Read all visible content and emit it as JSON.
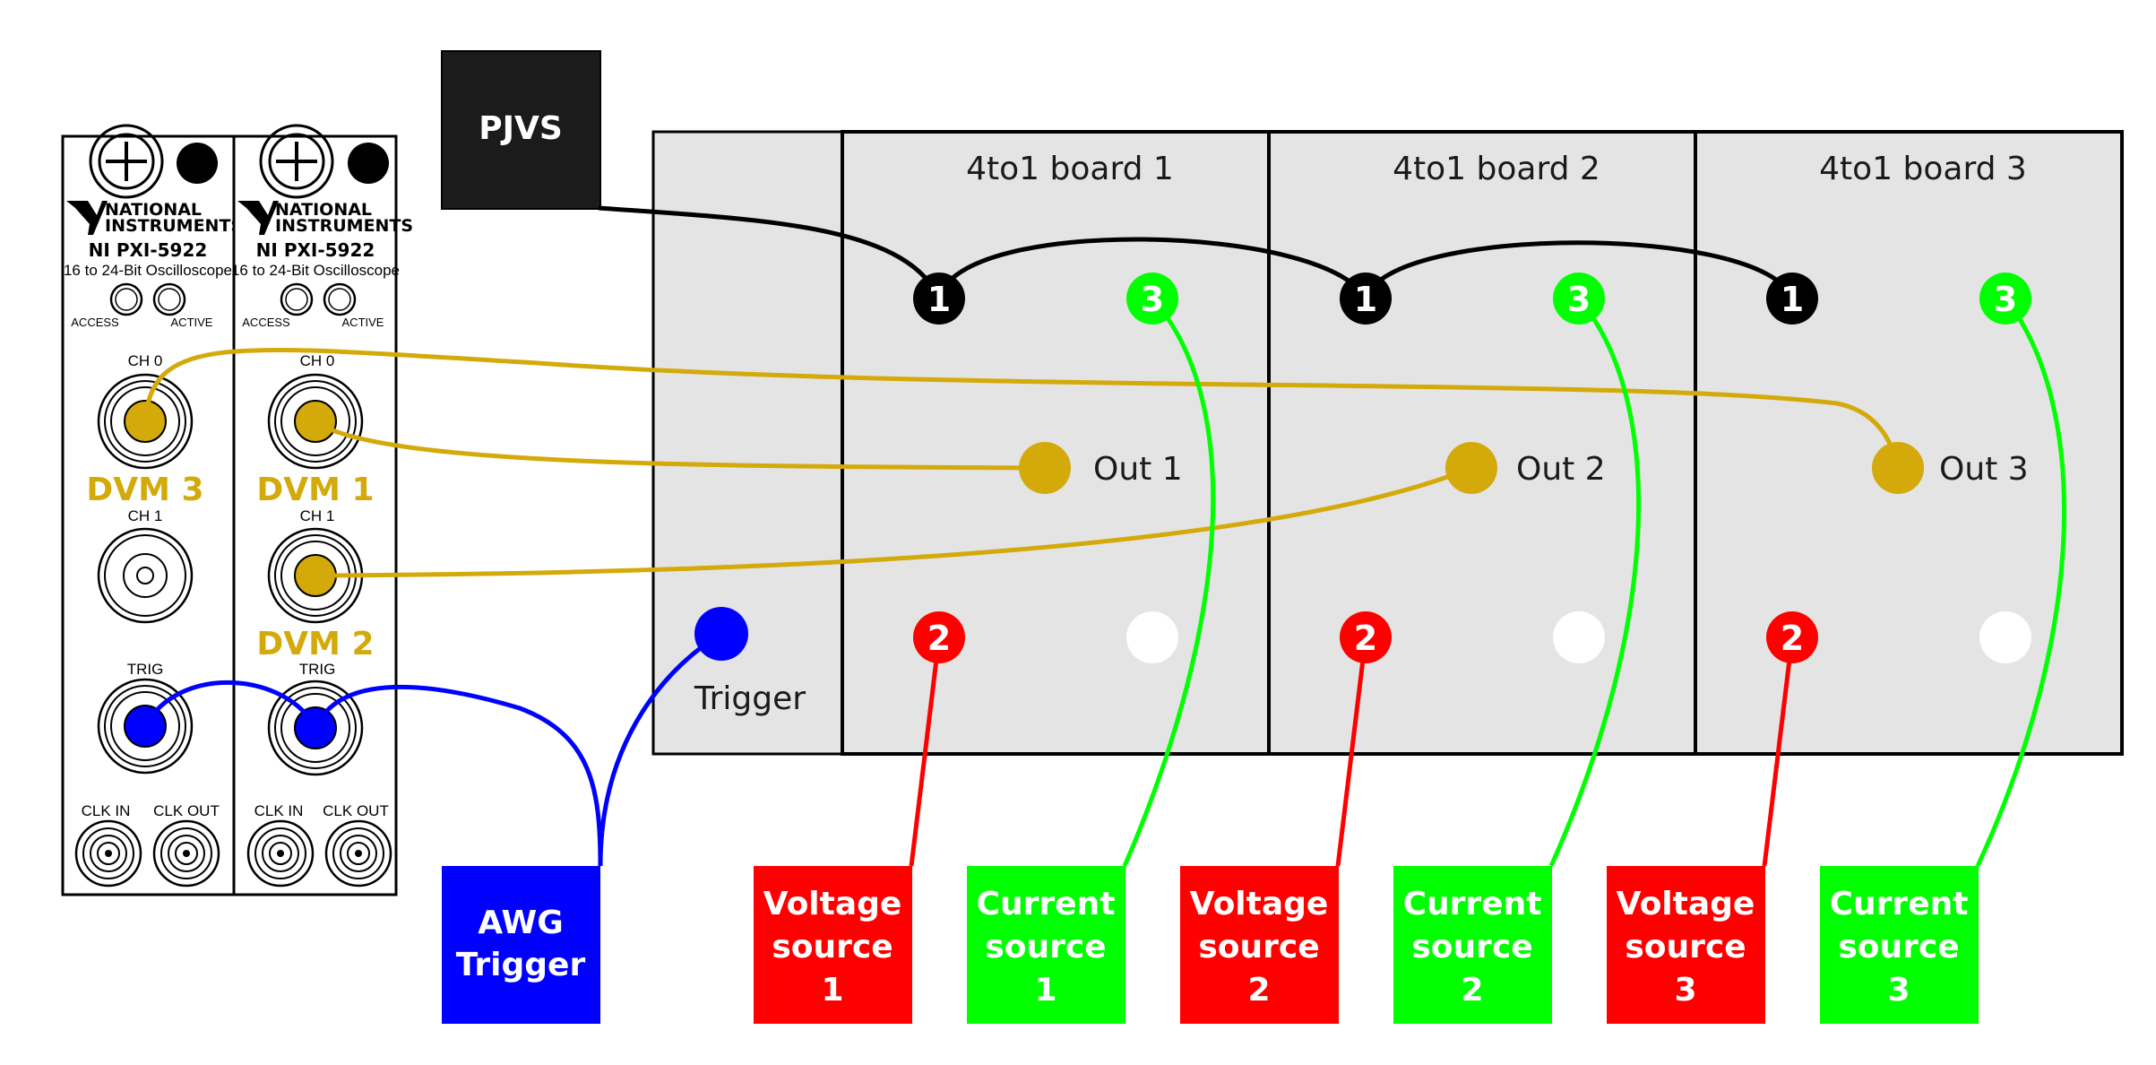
{
  "pjvs": {
    "label": "PJVS",
    "color": "#1b1b1b"
  },
  "boards": [
    {
      "title": "4to1 board 1",
      "out": "Out 1",
      "pin1": "1",
      "pin2": "2",
      "pin3": "3"
    },
    {
      "title": "4to1 board 2",
      "out": "Out 2",
      "pin1": "1",
      "pin2": "2",
      "pin3": "3"
    },
    {
      "title": "4to1 board 3",
      "out": "Out 3",
      "pin1": "1",
      "pin2": "2",
      "pin3": "3"
    }
  ],
  "trigger_panel": {
    "label": "Trigger"
  },
  "awg_trigger": {
    "line1": "AWG",
    "line2": "Trigger",
    "color": "#0000ff"
  },
  "sources": [
    {
      "kind": "Voltage",
      "line1": "Voltage",
      "line2": "source",
      "line3": "1"
    },
    {
      "kind": "Current",
      "line1": "Current",
      "line2": "source",
      "line3": "1"
    },
    {
      "kind": "Voltage",
      "line1": "Voltage",
      "line2": "source",
      "line3": "2"
    },
    {
      "kind": "Current",
      "line1": "Current",
      "line2": "source",
      "line3": "2"
    },
    {
      "kind": "Voltage",
      "line1": "Voltage",
      "line2": "source",
      "line3": "3"
    },
    {
      "kind": "Current",
      "line1": "Current",
      "line2": "source",
      "line3": "3"
    }
  ],
  "instruments": [
    {
      "brand1": "NATIONAL",
      "brand2": "INSTRUMENTS",
      "model": "NI PXI-5922",
      "desc": "16 to 24-Bit Oscilloscope",
      "access": "ACCESS",
      "active": "ACTIVE",
      "ch0": "CH 0",
      "ch1": "CH 1",
      "trig": "TRIG",
      "clkin": "CLK IN",
      "clkout": "CLK OUT",
      "dvm_ch0": "DVM 3",
      "dvm_ch1": ""
    },
    {
      "brand1": "NATIONAL",
      "brand2": "INSTRUMENTS",
      "model": "NI PXI-5922",
      "desc": "16 to 24-Bit Oscilloscope",
      "access": "ACCESS",
      "active": "ACTIVE",
      "ch0": "CH 0",
      "ch1": "CH 1",
      "trig": "TRIG",
      "clkin": "CLK IN",
      "clkout": "CLK OUT",
      "dvm_ch0": "DVM 1",
      "dvm_ch1": "DVM 2"
    }
  ],
  "colors": {
    "board_bg": "#e4e4e4",
    "gold": "#d4a90a",
    "green": "#00ff00",
    "red": "#ff0000",
    "blue": "#0000ff",
    "black": "#000000",
    "white": "#ffffff"
  }
}
